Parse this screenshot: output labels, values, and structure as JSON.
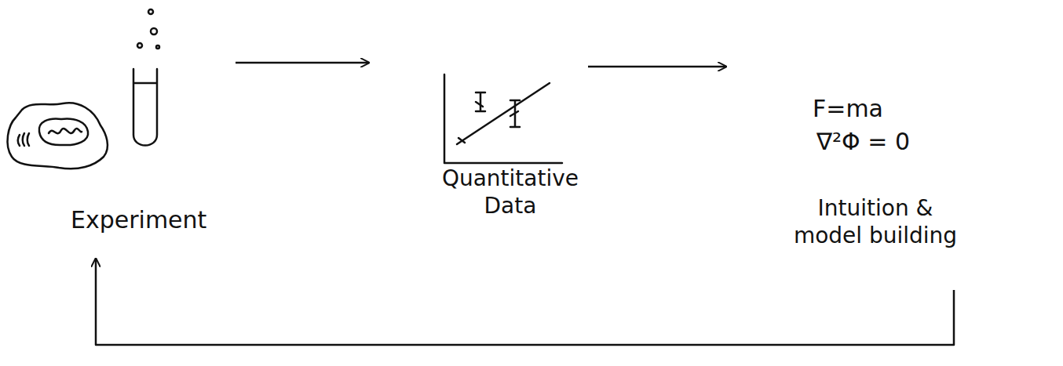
{
  "diagram": {
    "nodes": [
      {
        "text": [
          "Experiment"
        ]
      },
      {
        "text": [
          "Quantitative Data"
        ]
      },
      {
        "text": [
          "F=ma",
          "∇²Φ = 0",
          "Intuition & model building"
        ]
      }
    ],
    "edges": [
      {
        "from": 0,
        "to": 1,
        "arrow": "to"
      },
      {
        "from": 1,
        "to": 2,
        "arrow": "to"
      },
      {
        "from": 2,
        "to": 0,
        "arrow": "to"
      }
    ]
  }
}
